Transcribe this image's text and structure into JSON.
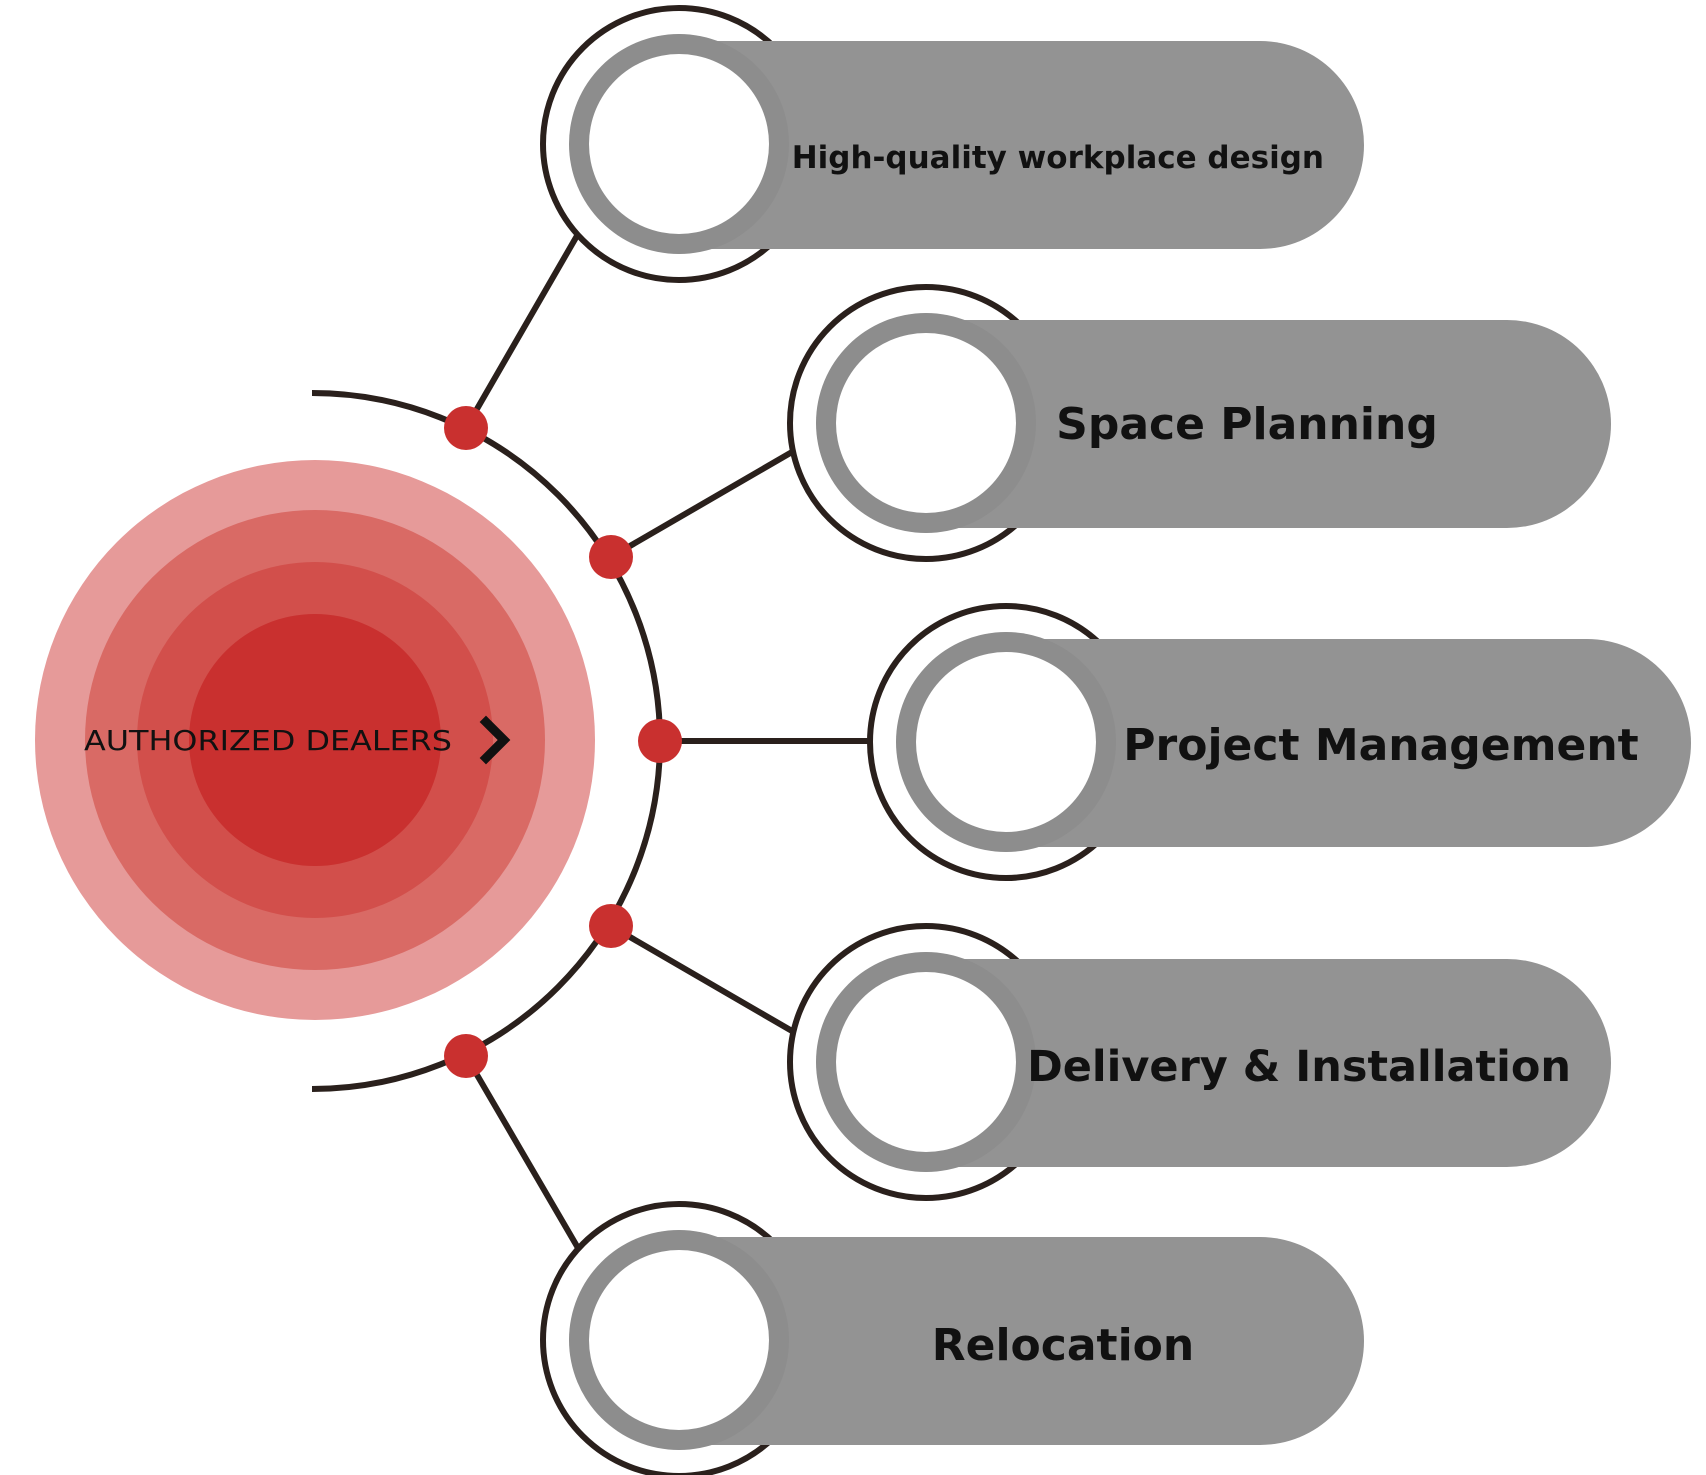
{
  "center": {
    "label": "AUTHORIZED DEALERS",
    "icon": "chevron-right-icon"
  },
  "items": [
    {
      "label": "High-quality workplace design"
    },
    {
      "label": "Space Planning"
    },
    {
      "label": "Project Management"
    },
    {
      "label": "Delivery & Installation"
    },
    {
      "label": "Relocation"
    }
  ],
  "colors": {
    "accent_red": "#c9302f",
    "ring_1": "#e69a99",
    "ring_2": "#d96a65",
    "ring_3": "#d24f4b",
    "pill_gray": "#939393",
    "line_dark": "#2a201c",
    "ring_inner_gray": "#8d8d8d",
    "text": "#111111",
    "background": "#ffffff"
  }
}
